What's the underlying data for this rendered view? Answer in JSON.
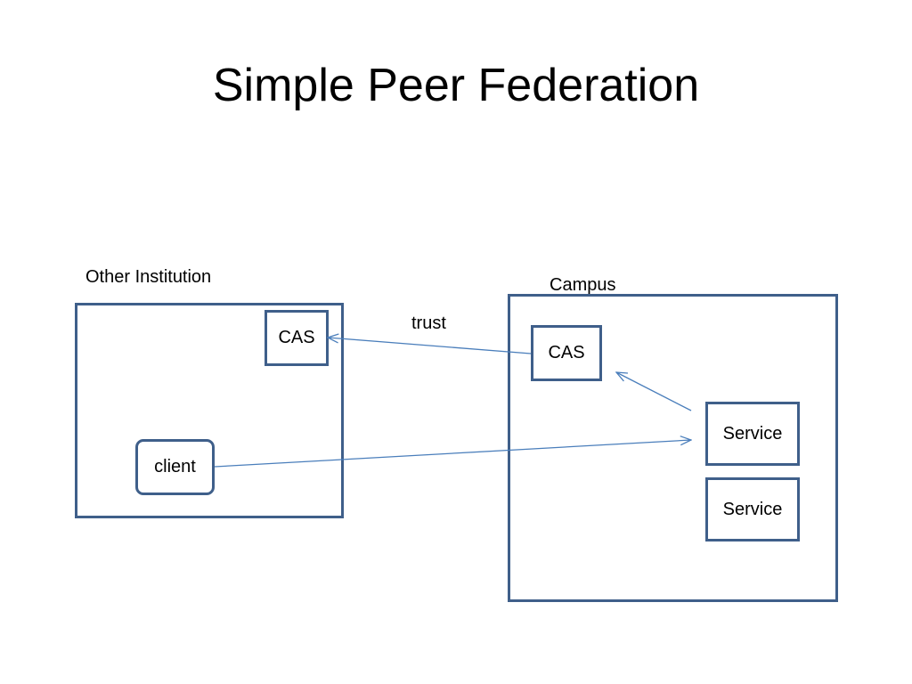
{
  "slide": {
    "title": "Simple Peer Federation"
  },
  "other_institution": {
    "label": "Other Institution",
    "cas_label": "CAS",
    "client_label": "client"
  },
  "campus": {
    "label": "Campus",
    "cas_label": "CAS",
    "services": [
      "Service",
      "Service"
    ]
  },
  "trust_label": "trust",
  "colors": {
    "box_border": "#3f5f8a",
    "arrow": "#4a7ebb"
  }
}
